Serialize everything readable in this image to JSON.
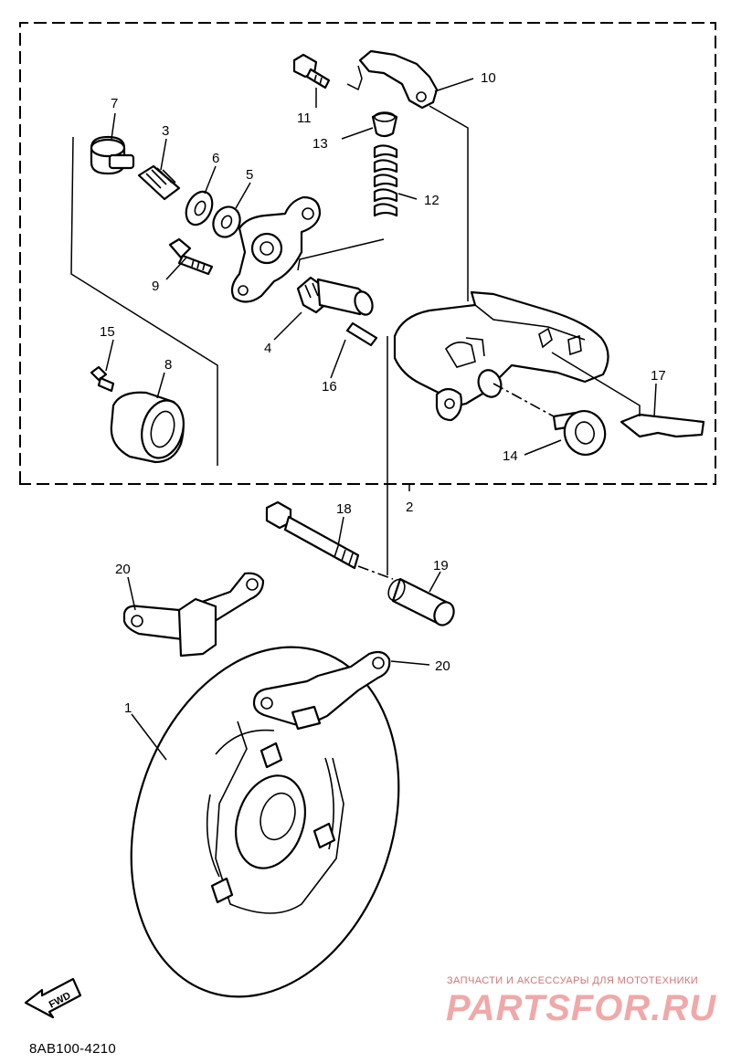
{
  "callouts": {
    "c1": "1",
    "c2": "2",
    "c3": "3",
    "c4": "4",
    "c5": "5",
    "c6": "6",
    "c7": "7",
    "c8": "8",
    "c9": "9",
    "c10": "10",
    "c11": "11",
    "c12": "12",
    "c13": "13",
    "c14": "14",
    "c15": "15",
    "c16": "16",
    "c17": "17",
    "c18": "18",
    "c19": "19",
    "c20a": "20",
    "c20b": "20"
  },
  "fwd_label": "FWD",
  "diagram_code": "8AB100-4210",
  "watermark": {
    "tagline": "ЗАПЧАСТИ И АКСЕССУАРЫ ДЛЯ МОТОТЕХНИКИ",
    "logo": "PARTSFOR.RU"
  }
}
